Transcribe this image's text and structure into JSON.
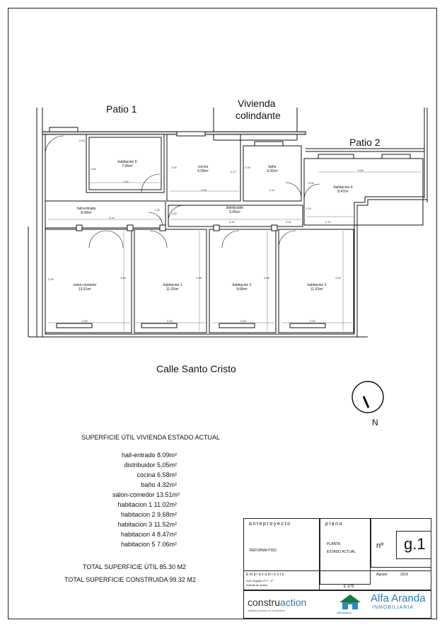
{
  "plan": {
    "labels": {
      "patio1": "Patio 1",
      "vivienda_line1": "Vivienda",
      "vivienda_line2": "colindante",
      "patio2": "Patio 2",
      "street": "Calle Santo Cristo",
      "north": "N"
    },
    "rooms": [
      {
        "name": "habitacion 5",
        "area": "7.06m²"
      },
      {
        "name": "cocina",
        "area": "6.58m²"
      },
      {
        "name": "baño",
        "area": "4.32m²"
      },
      {
        "name": "habitacion 4",
        "area": "8.47m²"
      },
      {
        "name": "hall-entrada",
        "area": "8.09m²"
      },
      {
        "name": "distribuidor",
        "area": "5.05m²"
      },
      {
        "name": "salon-comedor",
        "area": "13.51m²"
      },
      {
        "name": "habitacion 1",
        "area": "11.02m²"
      },
      {
        "name": "habitacion 2",
        "area": "9.68m²"
      },
      {
        "name": "habitacion 3",
        "area": "11.52m²"
      }
    ],
    "dimensions": [
      "0.93",
      "1.81",
      "2.82",
      "2.00",
      "2.05",
      "2.27",
      "2.00",
      "0.11",
      "1.30",
      "3.04",
      "5.84",
      "1.34",
      "2.12",
      "4.14",
      "2.69",
      "4.20",
      "2.02",
      "3.58",
      "3.58",
      "3.58",
      "2.53",
      "2.64",
      "2.64",
      "2.53",
      "2.53",
      "2.93"
    ]
  },
  "summary": {
    "title": "SUPERFICIE ÚTIL VIVIENDA ESTADO ACTUAL",
    "lines": [
      "hall-entrado 8.09m²",
      "distribuidor 5,05m²",
      "cocina 6.58m²",
      "baño 4.32m²",
      "salon-comedor 13.51m²",
      "habitacion 1 11.02m²",
      "habitacion 2 9.68m²",
      "habitacion 3 11.52m²",
      "habitacion 4 8.47m²",
      "habitacion 5 7.06m²"
    ],
    "total_util": "TOTAL SUPERFICIE ÚTIL 85.30 M2",
    "total_construida": "TOTAL SUPERFICIE CONSTRUIDA 99.32 M2"
  },
  "titleblock": {
    "anteproyecto": "anteproyecto",
    "reforma": "REFORMA PISO",
    "plano": "plano",
    "planta": "PLANTA",
    "estado": "ESTADO ACTUAL",
    "n_label": "nº",
    "sheet": "g.1",
    "emplazamiento": "Emplazamiento",
    "address1": "Avd. España nº 2 - 1ª",
    "address2": "Aranda de Duero",
    "date_month": "Agosto",
    "date_year": "2015",
    "scale": "E 1/75",
    "logo1_a": "constru",
    "logo1_b": "action",
    "logo1_tag": "calidad y precio en tu reforma",
    "logo2_small": "Alfa Aranda",
    "logo2_big": "Alfa Aranda",
    "logo2_sub": "INMOBILIARIA"
  }
}
